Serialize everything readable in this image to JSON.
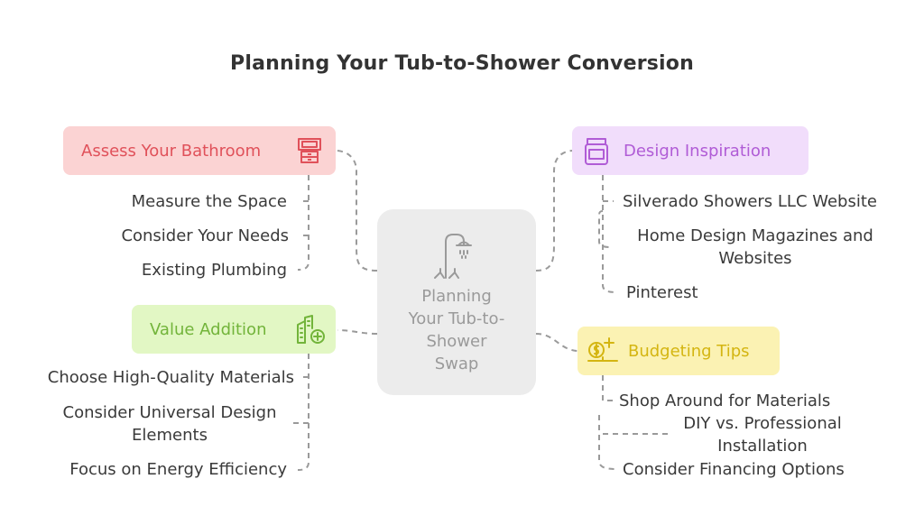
{
  "title": "Planning Your Tub-to-Shower Conversion",
  "center": {
    "label": "Planning Your Tub-to-Shower Swap",
    "icon": "shower-icon"
  },
  "branches": {
    "assess": {
      "label": "Assess Your Bathroom",
      "icon": "bathroom-cabinet-icon",
      "color": "#e0515a",
      "items": [
        "Measure the Space",
        "Consider Your Needs",
        "Existing Plumbing"
      ]
    },
    "value": {
      "label": "Value Addition",
      "icon": "building-plus-icon",
      "color": "#72b43a",
      "items": [
        "Choose High-Quality Materials",
        "Consider Universal Design Elements",
        "Focus on Energy Efficiency"
      ]
    },
    "design": {
      "label": "Design Inspiration",
      "icon": "jar-icon",
      "color": "#b05cd6",
      "items": [
        "Silverado Showers LLC Website",
        "Home Design Magazines and Websites",
        "Pinterest"
      ]
    },
    "budget": {
      "label": "Budgeting Tips",
      "icon": "money-scale-icon",
      "color": "#d4b511",
      "items": [
        "Shop Around for Materials",
        "DIY vs. Professional Installation",
        "Consider Financing Options"
      ]
    }
  }
}
